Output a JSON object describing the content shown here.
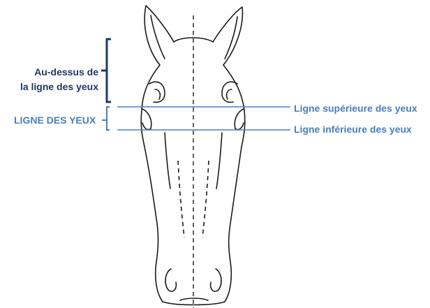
{
  "labels": {
    "above_line_1": "Au-dessus de",
    "above_line_2": "la ligne des yeux",
    "eye_line": "LIGNE DES YEUX",
    "upper_eye_line": "Ligne supérieure des yeux",
    "lower_eye_line": "Ligne inférieure des yeux"
  },
  "colors": {
    "dark_navy": "#1f3864",
    "line_blue": "#4a7ebb",
    "outline": "#1a1a1a"
  }
}
